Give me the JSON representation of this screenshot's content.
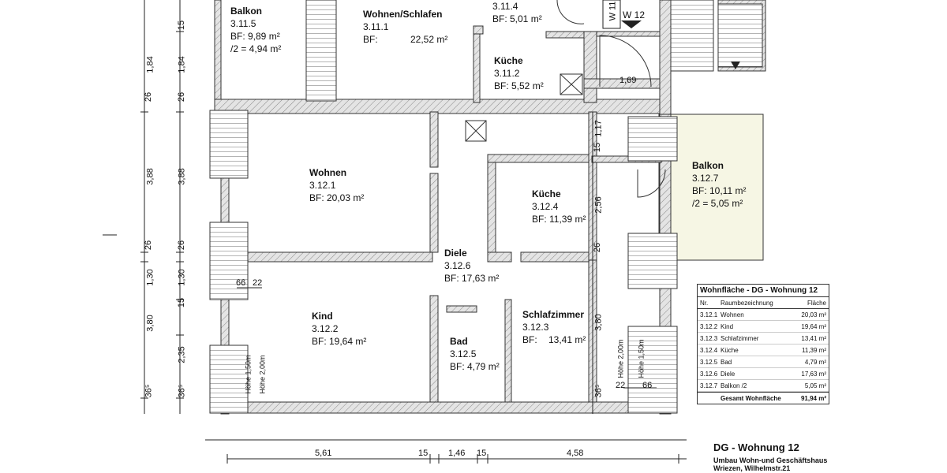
{
  "rooms": {
    "balkon_3115": {
      "name": "Balkon",
      "num": "3.11.5",
      "bf": "BF: 9,89 m²",
      "half": "/2 = 4,94 m²"
    },
    "wohnen_3111": {
      "name": "Wohnen/Schlafen",
      "num": "3.11.1",
      "bf_label": "BF:",
      "bf_value": "22,52 m²"
    },
    "r_3114": {
      "num": "3.11.4",
      "bf": "BF: 5,01 m²"
    },
    "kueche_3112": {
      "name": "Küche",
      "num": "3.11.2",
      "bf": "BF: 5,52 m²"
    },
    "wohnen_3121": {
      "name": "Wohnen",
      "num": "3.12.1",
      "bf": "BF: 20,03 m²"
    },
    "kueche_3124": {
      "name": "Küche",
      "num": "3.12.4",
      "bf": "BF: 11,39 m²"
    },
    "balkon_3127": {
      "name": "Balkon",
      "num": "3.12.7",
      "bf": "BF: 10,11 m²",
      "half": "/2 = 5,05 m²"
    },
    "diele_3126": {
      "name": "Diele",
      "num": "3.12.6",
      "bf": "BF: 17,63 m²"
    },
    "kind_3122": {
      "name": "Kind",
      "num": "3.12.2",
      "bf": "BF: 19,64 m²"
    },
    "schlaf_3123": {
      "name": "Schlafzimmer",
      "num": "3.12.3",
      "bf_label": "BF:",
      "bf_value": "13,41 m²"
    },
    "bad_3125": {
      "name": "Bad",
      "num": "3.12.5",
      "bf": "BF: 4,79 m²"
    }
  },
  "door_labels": {
    "w11": "W 11",
    "w12": "W 12"
  },
  "dimensions": {
    "left_outer": [
      "1,84",
      "3,88",
      "1,30",
      "3,80"
    ],
    "left_outer_small": [
      "26",
      "26",
      "36⁵"
    ],
    "left_inner": [
      "15",
      "1,84",
      "26",
      "3,88",
      "26",
      "1,30",
      "15",
      "2,35",
      "36⁵"
    ],
    "bottom": [
      "5,61",
      "15",
      "1,46",
      "15",
      "4,58"
    ],
    "middle": [
      "1,69",
      "1,17",
      "15",
      "2,56",
      "26",
      "3,80",
      "36⁵"
    ],
    "misc": [
      "66",
      "22",
      "22",
      "66"
    ],
    "window_heights": [
      "Höhe 1,50m",
      "Höhe 2,00m",
      "Höhe 2,00m",
      "Höhe 1,50m"
    ]
  },
  "area_table": {
    "title": "Wohnfläche - DG - Wohnung 12",
    "col_nr": "Nr.",
    "col_name": "Raumbezeichnung",
    "col_area": "Fläche",
    "rows": [
      {
        "nr": "3.12.1",
        "name": "Wohnen",
        "area": "20,03 m²"
      },
      {
        "nr": "3.12.2",
        "name": "Kind",
        "area": "19,64 m²"
      },
      {
        "nr": "3.12.3",
        "name": "Schlafzimmer",
        "area": "13,41 m²"
      },
      {
        "nr": "3.12.4",
        "name": "Küche",
        "area": "11,39 m²"
      },
      {
        "nr": "3.12.5",
        "name": "Bad",
        "area": "4,79 m²"
      },
      {
        "nr": "3.12.6",
        "name": "Diele",
        "area": "17,63 m²"
      },
      {
        "nr": "3.12.7",
        "name": "Balkon /2",
        "area": "5,05 m²"
      }
    ],
    "total_label": "Gesamt Wohnfläche",
    "total_value": "91,94 m²"
  },
  "title_block": {
    "title": "DG - Wohnung 12",
    "line1": "Umbau Wohn-und Geschäftshaus",
    "line2": "Wriezen, Wilhelmstr.21"
  },
  "colors": {
    "wall": "#d9d9d9",
    "balcony": "#f6f6e4",
    "line": "#222222"
  }
}
